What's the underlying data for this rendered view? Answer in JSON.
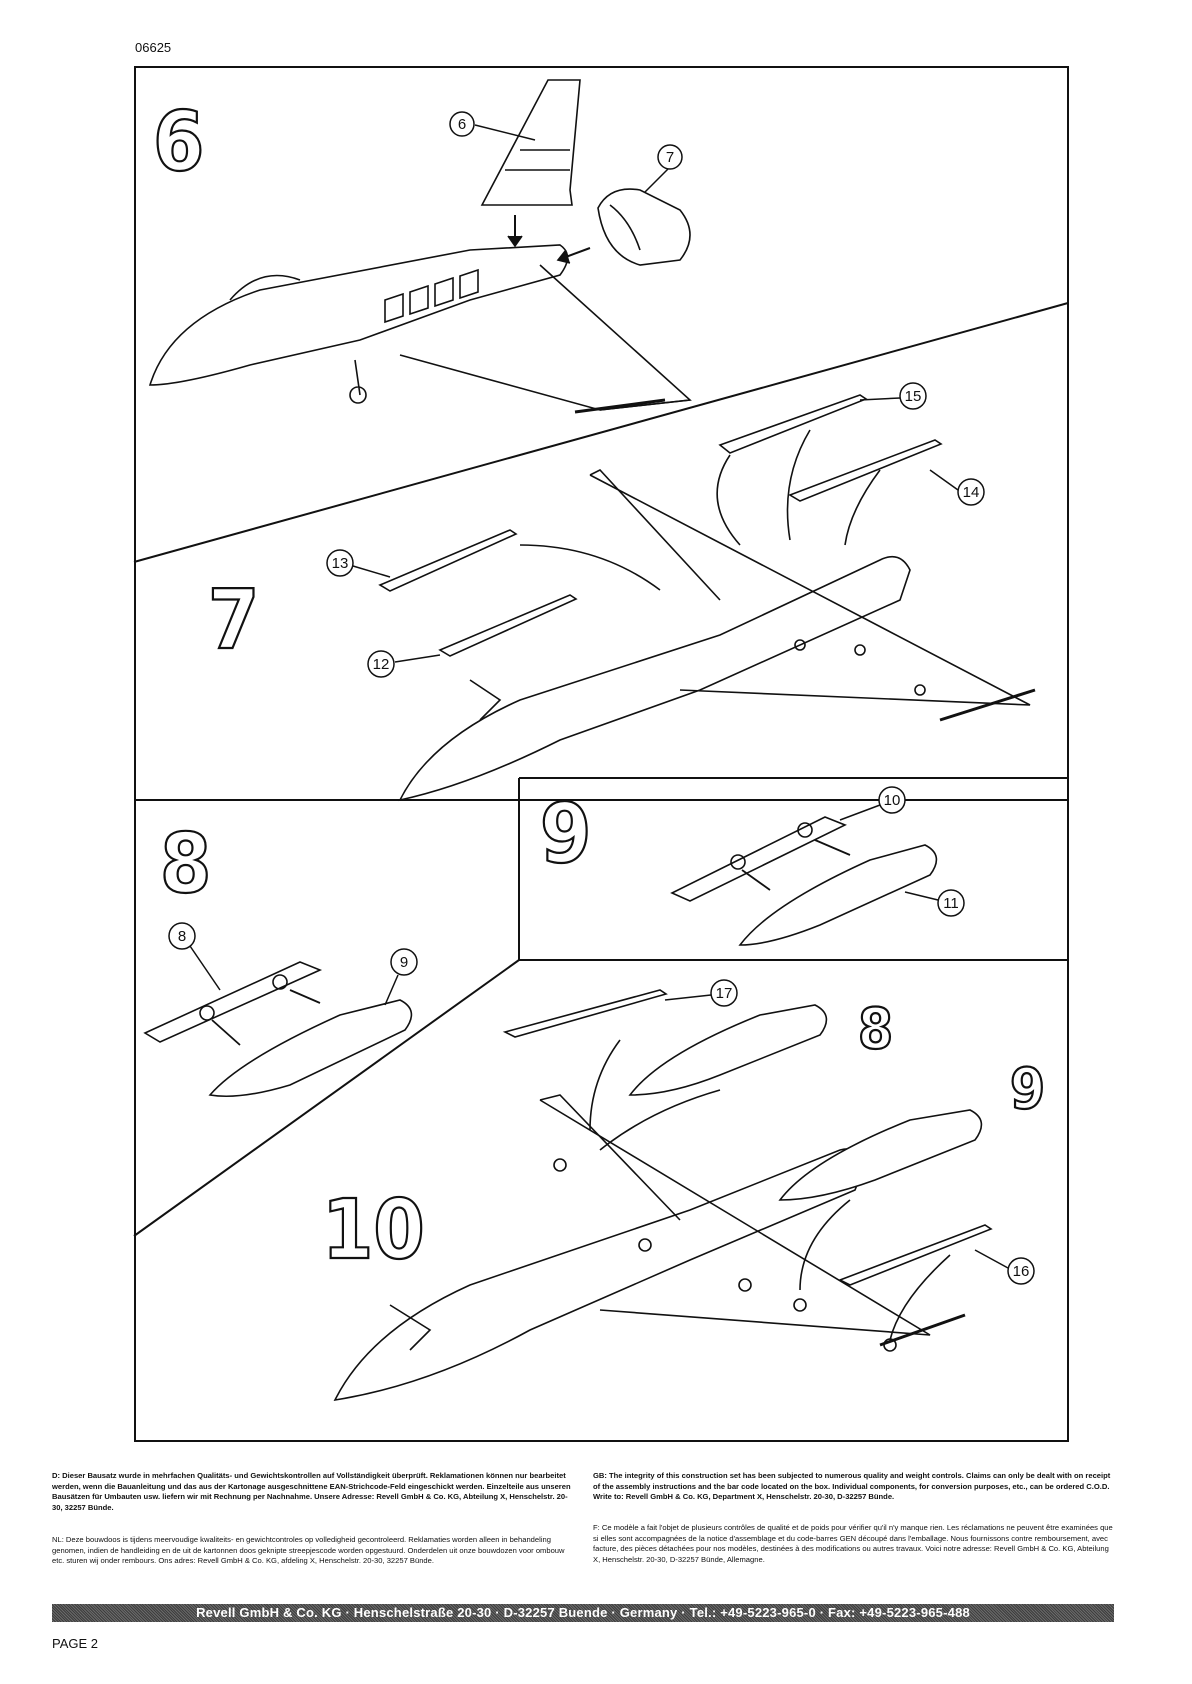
{
  "document_code": "06625",
  "steps": {
    "step6": "6",
    "step7": "7",
    "step8": "8",
    "step9": "9",
    "step10": "10"
  },
  "part_callouts": {
    "p6": "6",
    "p7": "7",
    "p8": "8",
    "p9": "9",
    "p10": "10",
    "p11": "11",
    "p12": "12",
    "p13": "13",
    "p14": "14",
    "p15": "15",
    "p16": "16",
    "p17": "17",
    "sub8": "8",
    "sub9": "9"
  },
  "notes": {
    "de": "D: Dieser Bausatz wurde in mehrfachen Qualitäts- und Gewichtskontrollen auf Vollständigkeit überprüft. Reklamationen können nur bearbeitet werden, wenn die Bauanleitung und das aus der Kartonage ausgeschnittene EAN-Strichcode-Feld eingeschickt werden. Einzelteile aus unseren Bausätzen für Umbauten usw. liefern wir mit Rechnung per Nachnahme. Unsere Adresse: Revell GmbH & Co. KG, Abteilung X, Henschelstr. 20-30, 32257 Bünde.",
    "nl": "NL: Deze bouwdoos is tijdens meervoudige kwaliteits- en gewichtcontroles op volledigheid gecontroleerd. Reklamaties worden alleen in behandeling genomen, indien de handleiding en de uit de kartonnen doos geknipte streepjescode worden opgestuurd. Onderdelen uit onze bouwdozen voor ombouw etc. sturen wij onder rembours. Ons adres: Revell GmbH & Co. KG, afdeling X, Henschelstr. 20-30, 32257 Bünde.",
    "gb": "GB: The integrity of this construction set has been subjected to numerous quality and weight controls. Claims can only be dealt with on receipt of the assembly instructions and the bar code located on the box. Individual components, for conversion purposes, etc., can be ordered C.O.D. Write to: Revell GmbH & Co. KG, Department X, Henschelstr. 20-30, D-32257 Bünde.",
    "fr": "F: Ce modèle a fait l'objet de plusieurs contrôles de qualité et de poids pour vérifier qu'il n'y manque rien. Les réclamations ne peuvent être examinées que si elles sont accompagnées de la notice d'assemblage et du code-barres GEN découpé dans l'emballage. Nous fournissons contre remboursement, avec facture, des pièces détachées pour nos modèles, destinées à des modifications ou autres travaux. Voici notre adresse: Revell GmbH & Co. KG, Abteilung X, Henschelstr. 20-30, D-32257 Bünde, Allemagne."
  },
  "footer": "Revell GmbH & Co. KG · Henschelstraße 20-30 · D-32257 Buende · Germany · Tel.: +49-5223-965-0 · Fax: +49-5223-965-488",
  "page_label": "PAGE 2"
}
